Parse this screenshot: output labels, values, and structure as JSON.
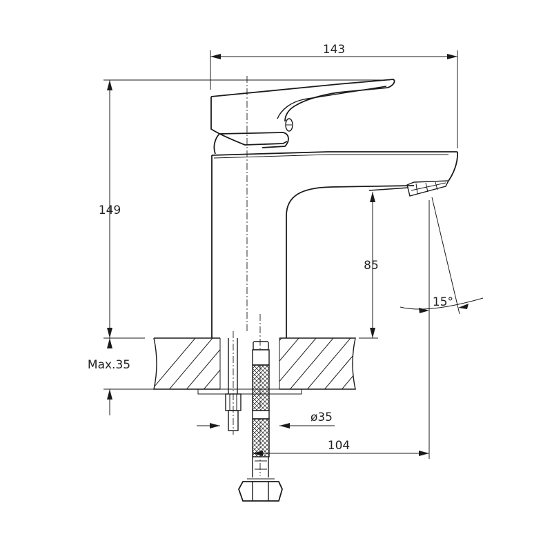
{
  "dimensions": {
    "width_total": "143",
    "height_total": "149",
    "spout_height": "85",
    "spray_angle": "15°",
    "max_thickness": "Max.35",
    "hole_diameter": "ø35",
    "reach": "104"
  },
  "colors": {
    "line": "#1a1a1a",
    "background": "#ffffff"
  }
}
